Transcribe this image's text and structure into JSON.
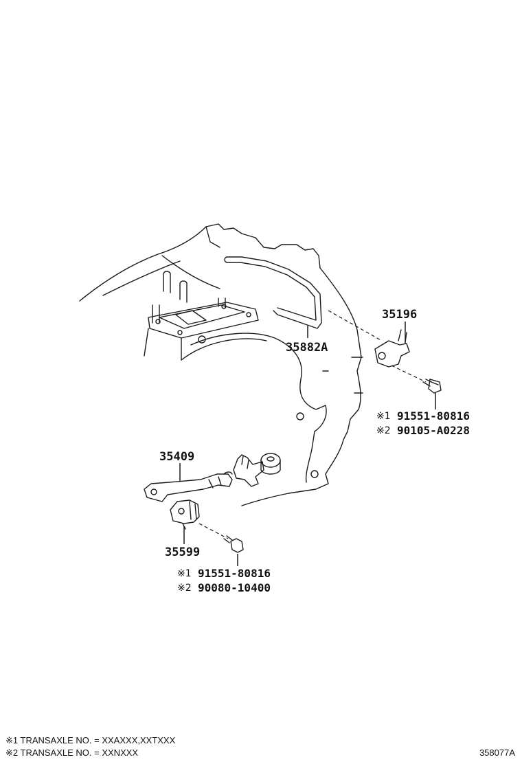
{
  "callouts": {
    "p35196": "35196",
    "p35882a": "35882A",
    "p35409": "35409",
    "p35599": "35599",
    "bolt_right": {
      "line1_mark": "※1",
      "line1_part": "91551-80816",
      "line2_mark": "※2",
      "line2_part": "90105-A0228"
    },
    "bolt_left": {
      "line1_mark": "※1",
      "line1_part": "91551-80816",
      "line2_mark": "※2",
      "line2_part": "90080-10400"
    }
  },
  "notes": {
    "note1": "※1 TRANSAXLE NO. = XXAXXX,XXTXXX",
    "note2": "※2 TRANSAXLE NO. = XXNXXX"
  },
  "diagram_code": "358077A"
}
